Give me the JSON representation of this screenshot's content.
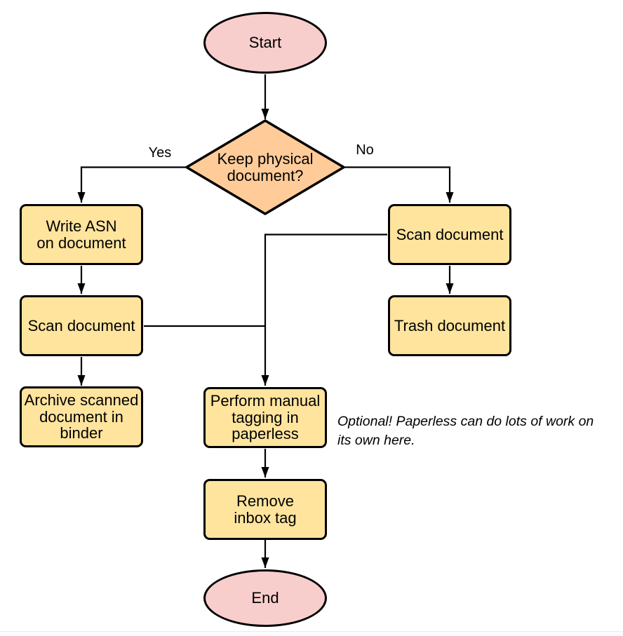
{
  "diagram": {
    "type": "flowchart",
    "colors": {
      "terminal_fill": "#f8cecc",
      "decision_fill": "#ffcc99",
      "process_fill": "#ffe49e",
      "stroke": "#000000",
      "background": "#ffffff"
    },
    "nodes": {
      "start": {
        "label": "Start",
        "shape": "ellipse"
      },
      "decision": {
        "label": "Keep physical\ndocument?",
        "shape": "diamond"
      },
      "write_asn": {
        "label": "Write ASN\non document",
        "shape": "rounded-rect"
      },
      "scan_left": {
        "label": "Scan document",
        "shape": "rounded-rect"
      },
      "archive": {
        "label": "Archive scanned\ndocument in\nbinder",
        "shape": "rounded-rect"
      },
      "scan_right": {
        "label": "Scan document",
        "shape": "rounded-rect"
      },
      "trash": {
        "label": "Trash document",
        "shape": "rounded-rect"
      },
      "tagging": {
        "label": "Perform manual\ntagging in\npaperless",
        "shape": "rounded-rect"
      },
      "remove_inbox": {
        "label": "Remove\ninbox tag",
        "shape": "rounded-rect"
      },
      "end": {
        "label": "End",
        "shape": "ellipse"
      }
    },
    "edge_labels": {
      "yes": "Yes",
      "no": "No"
    },
    "edges": [
      {
        "from": "start",
        "to": "decision"
      },
      {
        "from": "decision",
        "to": "write_asn",
        "label": "Yes"
      },
      {
        "from": "decision",
        "to": "scan_right",
        "label": "No"
      },
      {
        "from": "write_asn",
        "to": "scan_left"
      },
      {
        "from": "scan_left",
        "to": "archive"
      },
      {
        "from": "scan_left",
        "to": "tagging"
      },
      {
        "from": "scan_right",
        "to": "trash"
      },
      {
        "from": "scan_right",
        "to": "tagging"
      },
      {
        "from": "tagging",
        "to": "remove_inbox"
      },
      {
        "from": "remove_inbox",
        "to": "end"
      }
    ],
    "note": "Optional! Paperless can do lots of work on\nits own here."
  }
}
